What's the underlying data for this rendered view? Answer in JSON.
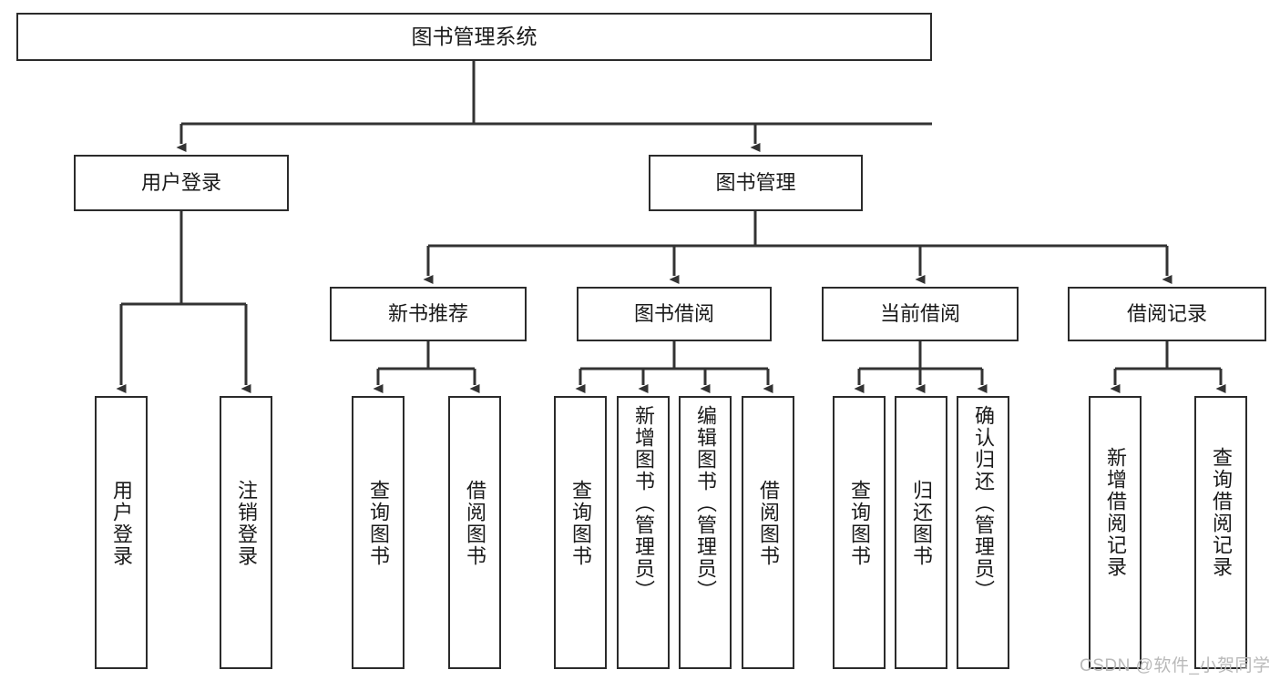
{
  "diagram": {
    "title": "图书管理系统",
    "type": "功能结构图",
    "watermark": "CSDN @软件_小贺同学",
    "colors": {
      "box_border": "#2b2b2b",
      "box_fill": "#ffffff",
      "connector": "#333333",
      "text": "#1a1a1a",
      "watermark": "#b9b9b9"
    }
  },
  "root": {
    "label": "图书管理系统"
  },
  "level2": [
    {
      "label": "用户登录"
    },
    {
      "label": "图书管理"
    }
  ],
  "level3": [
    {
      "label": "新书推荐"
    },
    {
      "label": "图书借阅"
    },
    {
      "label": "当前借阅"
    },
    {
      "label": "借阅记录"
    }
  ],
  "leaves": {
    "user_login": [
      {
        "label": "用户登录"
      },
      {
        "label": "注销登录"
      }
    ],
    "new_book_recommend": [
      {
        "label": "查询图书"
      },
      {
        "label": "借阅图书"
      }
    ],
    "book_borrow": [
      {
        "label": "查询图书"
      },
      {
        "label": "新增图书（管理员）"
      },
      {
        "label": "编辑图书（管理员）"
      },
      {
        "label": "借阅图书"
      }
    ],
    "current_borrow": [
      {
        "label": "查询图书"
      },
      {
        "label": "归还图书"
      },
      {
        "label": "确认归还（管理员）"
      }
    ],
    "borrow_record": [
      {
        "label": "新增借阅记录"
      },
      {
        "label": "查询借阅记录"
      }
    ]
  },
  "chart_data": {
    "type": "tree",
    "title": "图书管理系统",
    "nodes": [
      {
        "id": "root",
        "label": "图书管理系统",
        "level": 0,
        "parent": null
      },
      {
        "id": "n1",
        "label": "用户登录",
        "level": 1,
        "parent": "root"
      },
      {
        "id": "n2",
        "label": "图书管理",
        "level": 1,
        "parent": "root"
      },
      {
        "id": "n1a",
        "label": "用户登录",
        "level": 2,
        "parent": "n1"
      },
      {
        "id": "n1b",
        "label": "注销登录",
        "level": 2,
        "parent": "n1"
      },
      {
        "id": "n2a",
        "label": "新书推荐",
        "level": 2,
        "parent": "n2"
      },
      {
        "id": "n2b",
        "label": "图书借阅",
        "level": 2,
        "parent": "n2"
      },
      {
        "id": "n2c",
        "label": "当前借阅",
        "level": 2,
        "parent": "n2"
      },
      {
        "id": "n2d",
        "label": "借阅记录",
        "level": 2,
        "parent": "n2"
      },
      {
        "id": "n2a1",
        "label": "查询图书",
        "level": 3,
        "parent": "n2a"
      },
      {
        "id": "n2a2",
        "label": "借阅图书",
        "level": 3,
        "parent": "n2a"
      },
      {
        "id": "n2b1",
        "label": "查询图书",
        "level": 3,
        "parent": "n2b"
      },
      {
        "id": "n2b2",
        "label": "新增图书（管理员）",
        "level": 3,
        "parent": "n2b"
      },
      {
        "id": "n2b3",
        "label": "编辑图书（管理员）",
        "level": 3,
        "parent": "n2b"
      },
      {
        "id": "n2b4",
        "label": "借阅图书",
        "level": 3,
        "parent": "n2b"
      },
      {
        "id": "n2c1",
        "label": "查询图书",
        "level": 3,
        "parent": "n2c"
      },
      {
        "id": "n2c2",
        "label": "归还图书",
        "level": 3,
        "parent": "n2c"
      },
      {
        "id": "n2c3",
        "label": "确认归还（管理员）",
        "level": 3,
        "parent": "n2c"
      },
      {
        "id": "n2d1",
        "label": "新增借阅记录",
        "level": 3,
        "parent": "n2d"
      },
      {
        "id": "n2d2",
        "label": "查询借阅记录",
        "level": 3,
        "parent": "n2d"
      }
    ]
  }
}
